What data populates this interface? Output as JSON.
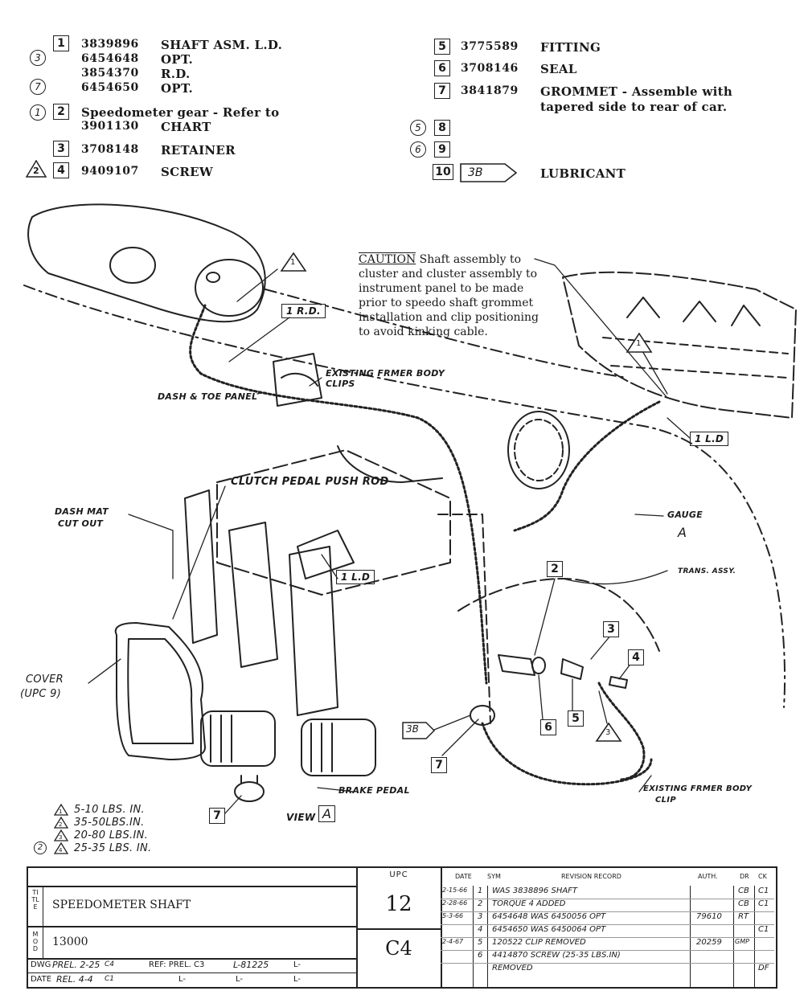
{
  "parts": {
    "p1": {
      "num": "1",
      "part": "3839896",
      "desc": "SHAFT ASM. L.D."
    },
    "p1_opt1": {
      "part": "6454648",
      "desc": "OPT."
    },
    "p1_rd": {
      "part": "3854370",
      "desc": "R.D."
    },
    "p1_opt2": {
      "part": "6454650",
      "desc": "OPT."
    },
    "circle3": "3",
    "circle7": "7",
    "p2": {
      "circle": "1",
      "num": "2",
      "desc": "Speedometer gear - Refer to",
      "part": "3901130",
      "chart": "CHART"
    },
    "p3": {
      "num": "3",
      "part": "3708148",
      "desc": "RETAINER"
    },
    "p4": {
      "tri": "2",
      "num": "4",
      "part": "9409107",
      "desc": "SCREW"
    },
    "p5": {
      "num": "5",
      "part": "3775589",
      "desc": "FITTING"
    },
    "p6": {
      "num": "6",
      "part": "3708146",
      "desc": "SEAL"
    },
    "p7": {
      "num": "7",
      "part": "3841879",
      "desc1": "GROMMET - Assemble with",
      "desc2": "tapered side to rear of car."
    },
    "p8": {
      "circle": "5",
      "num": "8"
    },
    "p9": {
      "circle": "6",
      "num": "9"
    },
    "p10": {
      "num": "10",
      "code": "3B",
      "desc": "LUBRICANT"
    }
  },
  "caution": {
    "head": "CAUTION",
    "text": "Shaft assembly to cluster and cluster assembly to instrument panel to be made prior to speedo shaft grommet installation and clip positioning to avoid kinking cable."
  },
  "callouts": {
    "rd": "1 R.D.",
    "ld1": "1 L.D",
    "ld2": "1 L.D",
    "tri1": "1",
    "tri1b": "1",
    "dash": "DASH & TOE PANEL",
    "clips": "EXISTING FRMER BODY CLIPS",
    "clutch": "CLUTCH PEDAL PUSH ROD",
    "dashmat1": "DASH MAT",
    "dashmat2": "CUT OUT",
    "gauge": "GAUGE",
    "gaugeA": "A",
    "trans": "TRANS. ASSY.",
    "cover1": "COVER",
    "cover2": "(UPC 9)",
    "brake": "BRAKE PEDAL",
    "clip1": "EXISTING FRMER BODY",
    "clip2": "CLIP",
    "view": "VIEW",
    "viewA": "A",
    "c2": "2",
    "c3a": "3",
    "c4": "4",
    "c6": "6",
    "c5": "5",
    "c3b": "3",
    "c7a": "7",
    "c7b": "7",
    "c3B": "3B"
  },
  "torque": [
    {
      "mark": "1",
      "text": "5-10 LBS. IN."
    },
    {
      "mark": "2",
      "text": "35-50LBS.IN."
    },
    {
      "mark": "3",
      "text": "20-80 LBS.IN."
    },
    {
      "mark": "4",
      "circ": "2",
      "text": "25-35 LBS. IN."
    }
  ],
  "titleblock": {
    "title_label": "TITLE",
    "title": "SPEEDOMETER SHAFT",
    "mod_label": "MOD",
    "mod": "13000",
    "upc_head": "UPC",
    "upc": "12",
    "code": "C4",
    "dwg_label": "DWG",
    "dwg": "PREL. 2-25",
    "date_label": "DATE",
    "datf": "REL. 4-4",
    "dwg_c": "C4",
    "datf_c": "C1",
    "ref": "REF: PREL. C3",
    "ref_l": "L-81225",
    "l1": "L-",
    "l2": "L-",
    "l3": "L-",
    "l4": "L-",
    "headers": {
      "date": "DATE",
      "sym": "SYM",
      "rev": "REVISION RECORD",
      "auth": "AUTH.",
      "dr": "DR",
      "ck": "CK"
    },
    "revisions": [
      {
        "date": "2-15-66",
        "sym": "1",
        "rec": "WAS 3838896 SHAFT",
        "auth": "",
        "dr": "CB",
        "ck": "C1"
      },
      {
        "date": "2-28-66",
        "sym": "2",
        "rec": "TORQUE 4 ADDED",
        "auth": "",
        "dr": "CB",
        "ck": "C1"
      },
      {
        "date": "5-3-66",
        "sym": "3",
        "rec": "6454648 WAS 6450056 OPT",
        "auth": "79610",
        "dr": "RT",
        "ck": ""
      },
      {
        "date": "",
        "sym": "4",
        "rec": "6454650 WAS 6450064 OPT",
        "auth": "",
        "dr": "",
        "ck": "C1"
      },
      {
        "date": "2-4-67",
        "sym": "5",
        "rec": "120522 CLIP REMOVED",
        "auth": "20259",
        "dr": "GMP",
        "ck": ""
      },
      {
        "date": "",
        "sym": "6",
        "rec": "4414870 SCREW (25-35 LBS.IN)",
        "auth": "",
        "dr": "",
        "ck": ""
      },
      {
        "date": "",
        "sym": "",
        "rec": "REMOVED",
        "auth": "",
        "dr": "",
        "ck": "DF"
      }
    ]
  }
}
